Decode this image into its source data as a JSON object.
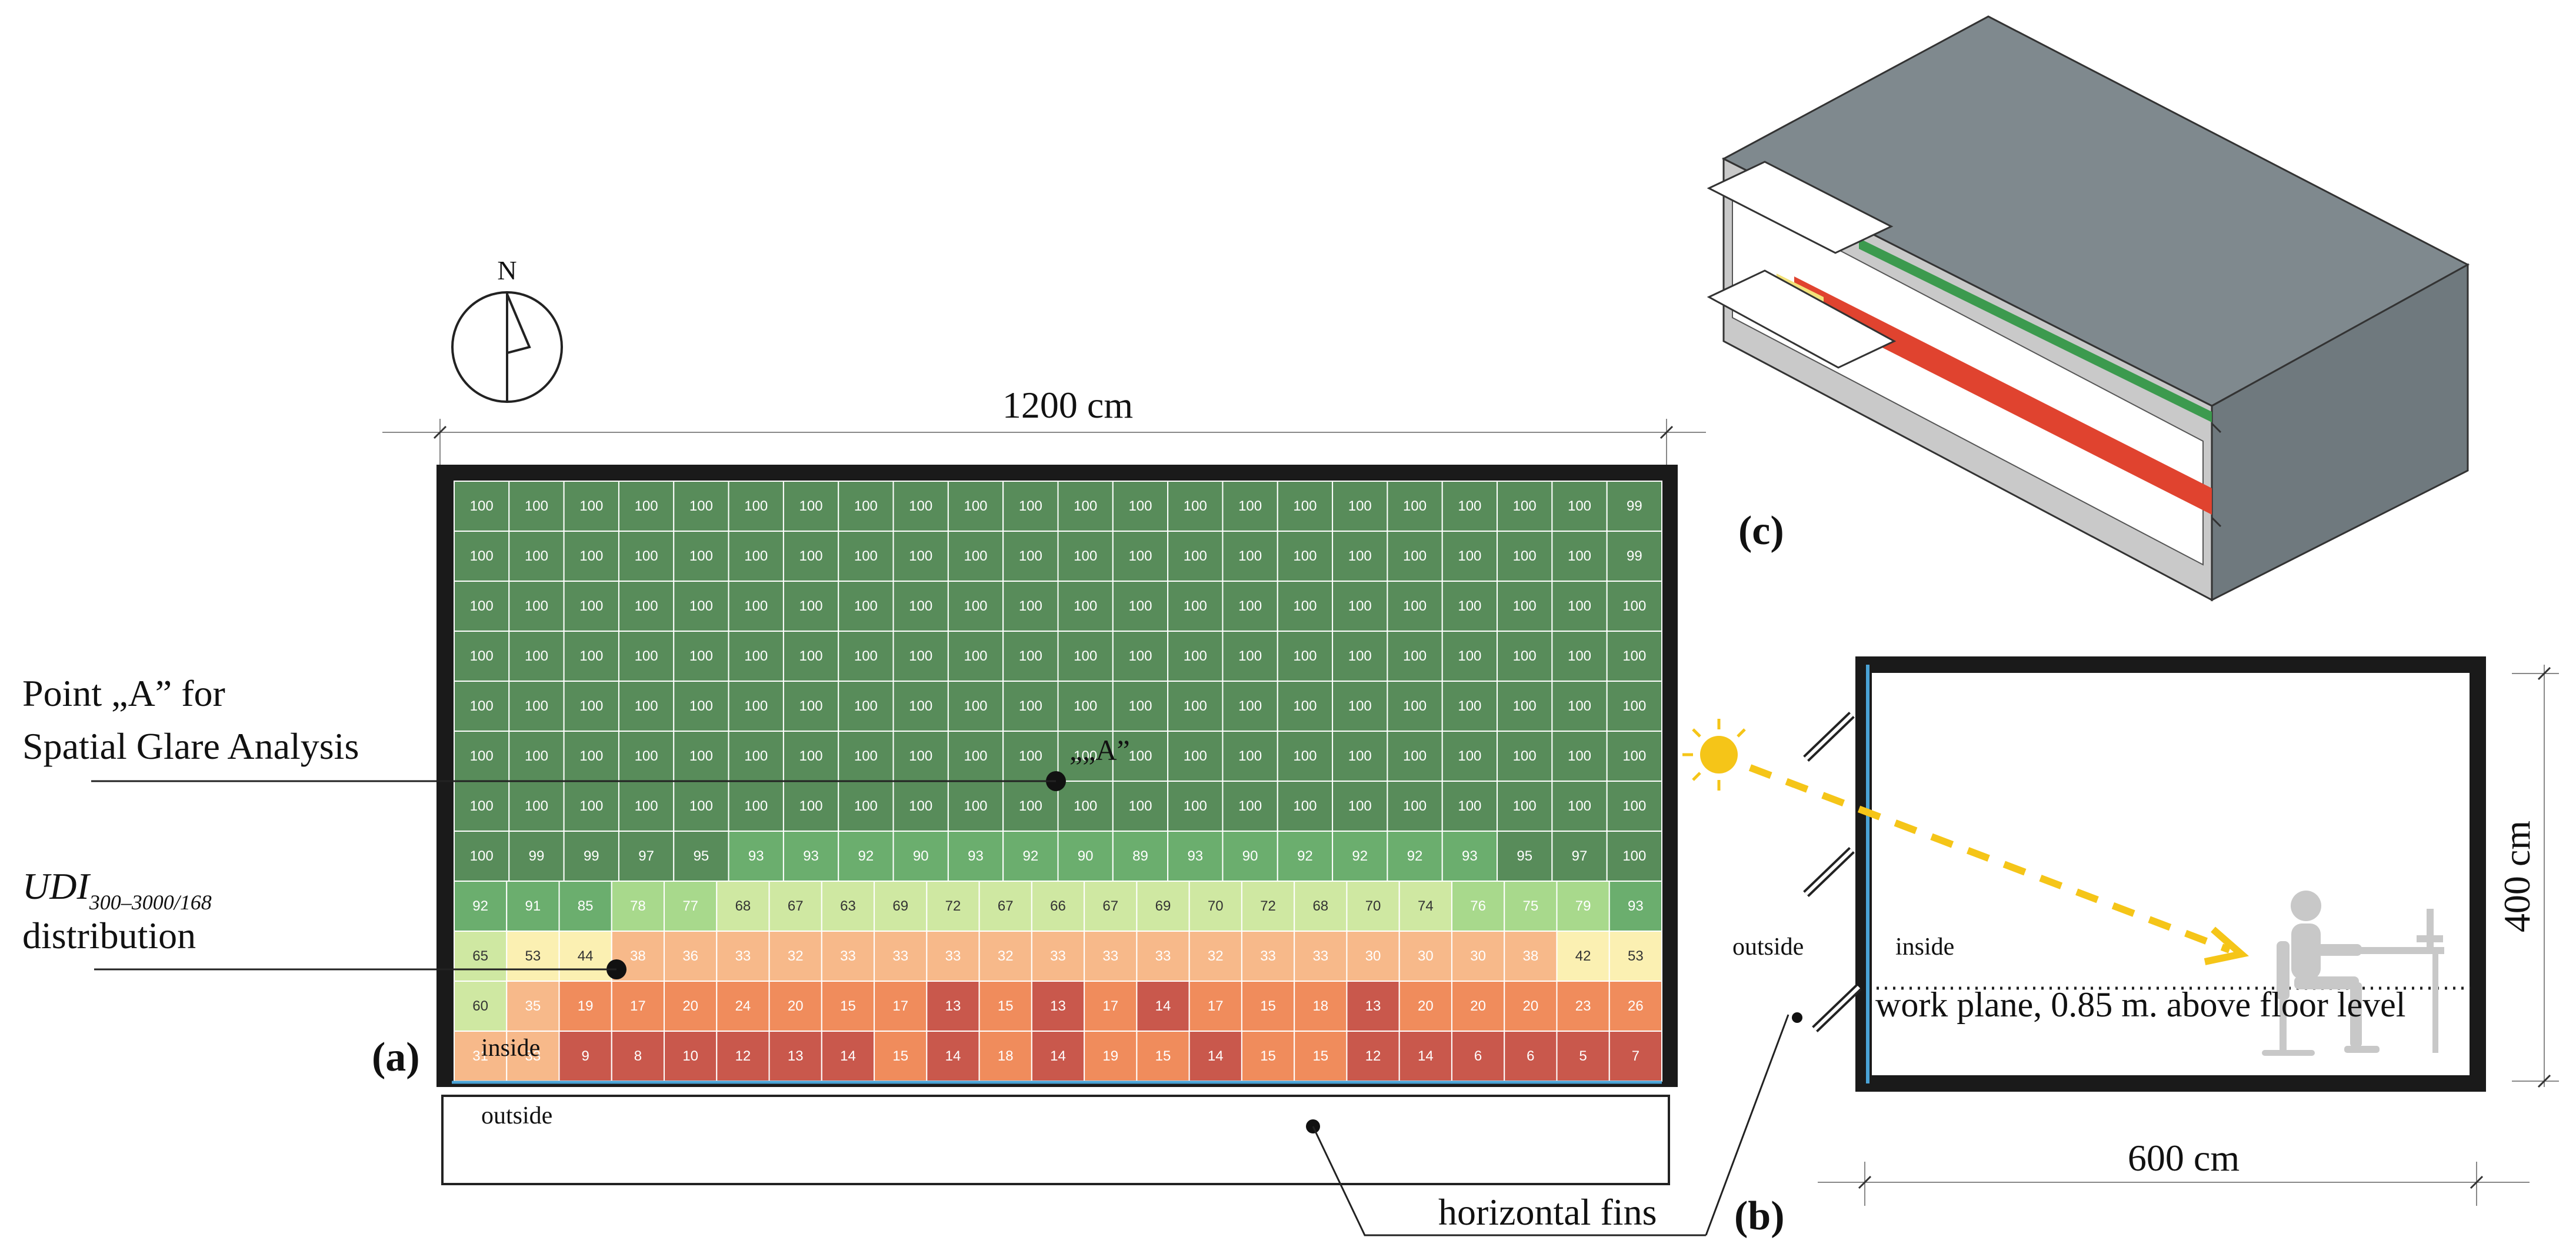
{
  "compass": {
    "north_label": "N"
  },
  "plan": {
    "width_label": "1200 cm",
    "panel_label": "(a)",
    "inside_label": "inside",
    "outside_label": "outside",
    "point_label": "„„A”",
    "point_caption_line1": "Point „A” for",
    "point_caption_line2": "Spatial Glare Analysis",
    "udi_label_main": "UDI",
    "udi_label_sub": "300–3000/168",
    "udi_label_line2": "distribution",
    "fins_label": "horizontal fins"
  },
  "section": {
    "panel_label": "(b)",
    "height_label": "400 cm",
    "width_label": "600 cm",
    "outside_label": "outside",
    "inside_label": "inside",
    "work_plane_label": "work plane, 0.85 m. above floor level"
  },
  "axonometric": {
    "panel_label": "(c)"
  },
  "colors": {
    "frame": "#1a1a1a",
    "green_dark": "#588c5a",
    "green_mid": "#6bae6e",
    "green_light": "#a8d98c",
    "yellow": "#fbf0b2",
    "orange": "#f08c5c",
    "red": "#c9584c",
    "sun": "#f5c518",
    "room_grey": "#7d878c"
  },
  "chart_data": {
    "type": "heatmap",
    "title": "",
    "columns": 22,
    "rows": 12,
    "values": [
      [
        100,
        100,
        100,
        100,
        100,
        100,
        100,
        100,
        100,
        100,
        100,
        100,
        100,
        100,
        100,
        100,
        100,
        100,
        100,
        100,
        100,
        99
      ],
      [
        100,
        100,
        100,
        100,
        100,
        100,
        100,
        100,
        100,
        100,
        100,
        100,
        100,
        100,
        100,
        100,
        100,
        100,
        100,
        100,
        100,
        99
      ],
      [
        100,
        100,
        100,
        100,
        100,
        100,
        100,
        100,
        100,
        100,
        100,
        100,
        100,
        100,
        100,
        100,
        100,
        100,
        100,
        100,
        100,
        100
      ],
      [
        100,
        100,
        100,
        100,
        100,
        100,
        100,
        100,
        100,
        100,
        100,
        100,
        100,
        100,
        100,
        100,
        100,
        100,
        100,
        100,
        100,
        100
      ],
      [
        100,
        100,
        100,
        100,
        100,
        100,
        100,
        100,
        100,
        100,
        100,
        100,
        100,
        100,
        100,
        100,
        100,
        100,
        100,
        100,
        100,
        100
      ],
      [
        100,
        100,
        100,
        100,
        100,
        100,
        100,
        100,
        100,
        100,
        100,
        100,
        100,
        100,
        100,
        100,
        100,
        100,
        100,
        100,
        100,
        100
      ],
      [
        100,
        100,
        100,
        100,
        100,
        100,
        100,
        100,
        100,
        100,
        100,
        100,
        100,
        100,
        100,
        100,
        100,
        100,
        100,
        100,
        100,
        100
      ],
      [
        100,
        99,
        99,
        97,
        95,
        93,
        93,
        92,
        90,
        93,
        92,
        90,
        89,
        93,
        90,
        92,
        92,
        92,
        93,
        95,
        97,
        100
      ],
      [
        92,
        91,
        85,
        78,
        77,
        68,
        67,
        63,
        69,
        72,
        67,
        66,
        67,
        69,
        70,
        72,
        68,
        70,
        74,
        76,
        75,
        79,
        93
      ],
      [
        65,
        53,
        44,
        38,
        36,
        33,
        32,
        33,
        33,
        33,
        32,
        33,
        33,
        33,
        32,
        33,
        33,
        30,
        30,
        30,
        38,
        42,
        53
      ],
      [
        60,
        35,
        19,
        17,
        20,
        24,
        20,
        15,
        17,
        13,
        15,
        13,
        17,
        14,
        17,
        15,
        18,
        13,
        20,
        20,
        20,
        23,
        26
      ],
      [
        31,
        33,
        9,
        8,
        10,
        12,
        13,
        14,
        15,
        14,
        18,
        14,
        19,
        15,
        14,
        15,
        15,
        12,
        14,
        6,
        6,
        5,
        7
      ]
    ]
  }
}
